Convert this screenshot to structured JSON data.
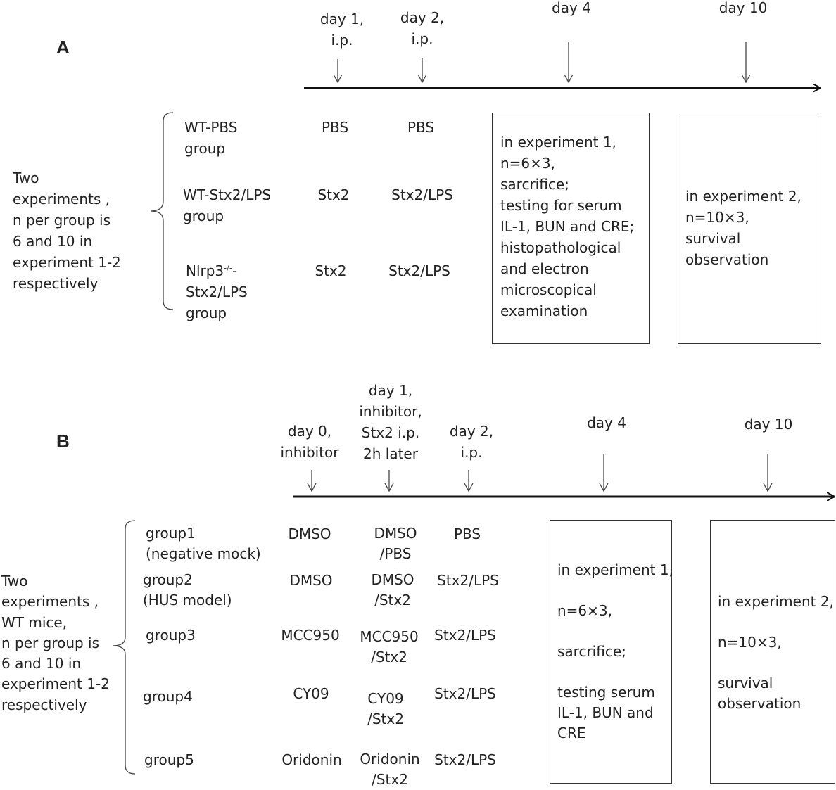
{
  "panelA": {
    "label": "A",
    "timeline": [
      {
        "line1": "day 1,",
        "line2": "i.p."
      },
      {
        "line1": "day 2,",
        "line2": "i.p."
      },
      {
        "line1": "day 4"
      },
      {
        "line1": "day 10"
      }
    ],
    "intro": [
      "Two",
      "experiments ,",
      "n per group is",
      "6 and 10 in",
      "experiment 1-2",
      "respectively"
    ],
    "groups": [
      {
        "name1": "WT-PBS",
        "name2": "group",
        "day1": "PBS",
        "day2": "PBS"
      },
      {
        "name1": "WT-Stx2/LPS",
        "name2": "group",
        "day1": "Stx2",
        "day2": "Stx2/LPS"
      },
      {
        "name1_base": "Nlrp3",
        "name1_sup": "-/-",
        "name1_tail": "-",
        "name2": "Stx2/LPS",
        "name3": "group",
        "day1": "Stx2",
        "day2": "Stx2/LPS"
      }
    ],
    "box1": [
      "in experiment 1,",
      "n=6×3,",
      "sarcrifice;",
      "testing for serum",
      "IL-1, BUN and CRE;",
      "histopathological",
      "and electron",
      "microscopical",
      "examination"
    ],
    "box2": [
      "in experiment 2,",
      "n=10×3,",
      "survival",
      "observation"
    ]
  },
  "panelB": {
    "label": "B",
    "timeline": [
      {
        "lines": [
          "day 0,",
          "inhibitor"
        ]
      },
      {
        "lines": [
          "day 1,",
          "inhibitor,",
          "Stx2 i.p.",
          "2h later"
        ]
      },
      {
        "lines": [
          "day 2,",
          "i.p."
        ]
      },
      {
        "lines": [
          "day 4"
        ]
      },
      {
        "lines": [
          "day 10"
        ]
      }
    ],
    "intro": [
      "Two",
      "experiments ,",
      "WT mice,",
      "n per group is",
      "6 and 10 in",
      "experiment 1-2",
      "respectively"
    ],
    "groups": [
      {
        "name1": "group1",
        "name2": "(negative mock)",
        "day0": "DMSO",
        "day1a": "DMSO",
        "day1b": "/PBS",
        "day2": "PBS"
      },
      {
        "name1": "group2",
        "name2": "(HUS model)",
        "day0": "DMSO",
        "day1a": "DMSO",
        "day1b": "/Stx2",
        "day2": "Stx2/LPS"
      },
      {
        "name1": "group3",
        "day0": "MCC950",
        "day1a": "MCC950",
        "day1b": "/Stx2",
        "day2": "Stx2/LPS"
      },
      {
        "name1": "group4",
        "day0": "CY09",
        "day1a": "CY09",
        "day1b": "/Stx2",
        "day2": "Stx2/LPS"
      },
      {
        "name1": "group5",
        "day0": "Oridonin",
        "day1a": "Oridonin",
        "day1b": "/Stx2",
        "day2": "Stx2/LPS"
      }
    ],
    "box1": [
      "in experiment 1,",
      "n=6×3,",
      "sarcrifice;",
      "testing serum",
      "IL-1, BUN and",
      "CRE"
    ],
    "box2": [
      "in experiment 2,",
      "n=10×3,",
      "survival",
      "observation"
    ]
  }
}
